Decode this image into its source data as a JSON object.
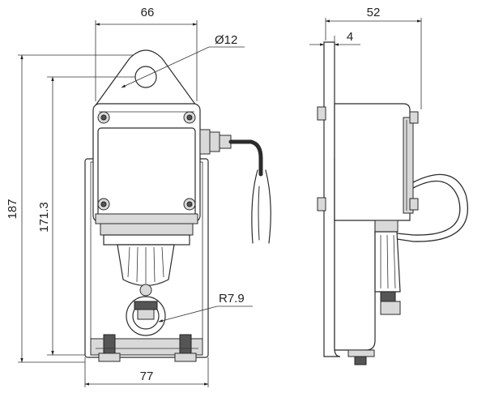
{
  "dimensions": {
    "front_width_top": "66",
    "hole_diameter": "Ø12",
    "total_height": "187",
    "hole_to_base_height": "171.3",
    "radius_label": "R7.9",
    "base_width": "77",
    "side_depth": "52",
    "plate_thickness": "4"
  }
}
